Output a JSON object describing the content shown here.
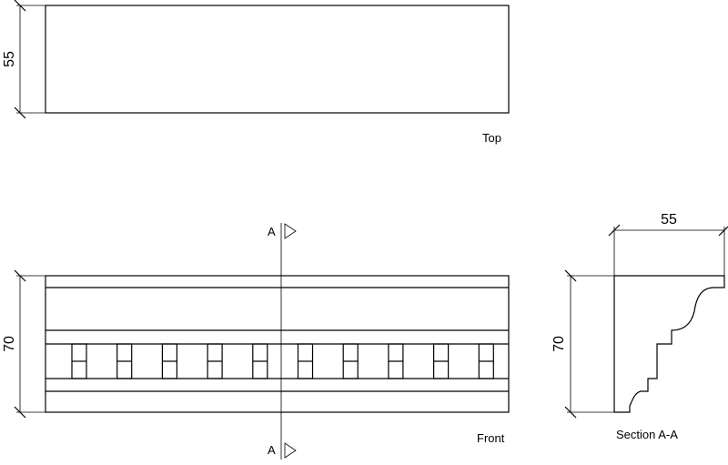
{
  "views": {
    "top": {
      "label": "Top",
      "dimension": "55"
    },
    "front": {
      "label": "Front",
      "dimension": "70",
      "dentil_count": 10
    },
    "section": {
      "label": "Section A-A",
      "dimension_width": "55",
      "dimension_height": "70"
    }
  },
  "section_marker": {
    "letter": "A"
  }
}
